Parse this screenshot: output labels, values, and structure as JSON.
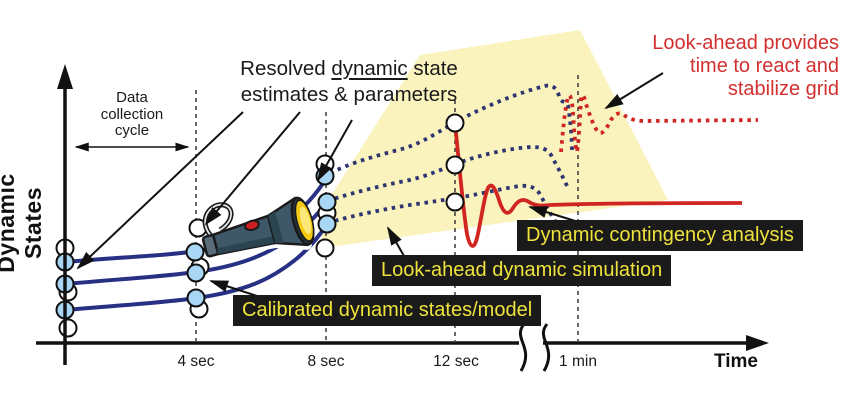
{
  "figure_type": "conceptual-diagram",
  "axes": {
    "y_label": "Dynamic States",
    "x_label": "Time",
    "tick_labels": [
      "4 sec",
      "8 sec",
      "12 sec",
      "1 min"
    ],
    "has_axis_break": true
  },
  "annotations": {
    "data_collection_cycle": "Data collection cycle",
    "resolved": {
      "pre": "Resolved ",
      "underlined": "dynamic",
      "post": " state estimates & parameters"
    },
    "look_ahead_note": "Look-ahead provides time to react and stabilize grid"
  },
  "callouts": {
    "calibrated": "Calibrated dynamic states/model",
    "simulation": "Look-ahead dynamic simulation",
    "contingency": "Dynamic contingency analysis"
  },
  "icons": {
    "flashlight": "flashlight-icon",
    "light_beam": "light-beam-shape",
    "axis_break": "axis-break-squiggle"
  },
  "colors": {
    "measured_curve_blue": "#283084",
    "predicted_curve_blue": "#2e3570",
    "event_curve_red": "#d02520",
    "note_red_text": "#d22f2f",
    "beam_yellow": "#faf3bd",
    "callout_bg": "#1a1a1a",
    "callout_text": "#eee23c",
    "sample_point_fill": "#a9d6f5",
    "flashlight_body": "#3e5868",
    "flashlight_lens": "#f6c913"
  }
}
